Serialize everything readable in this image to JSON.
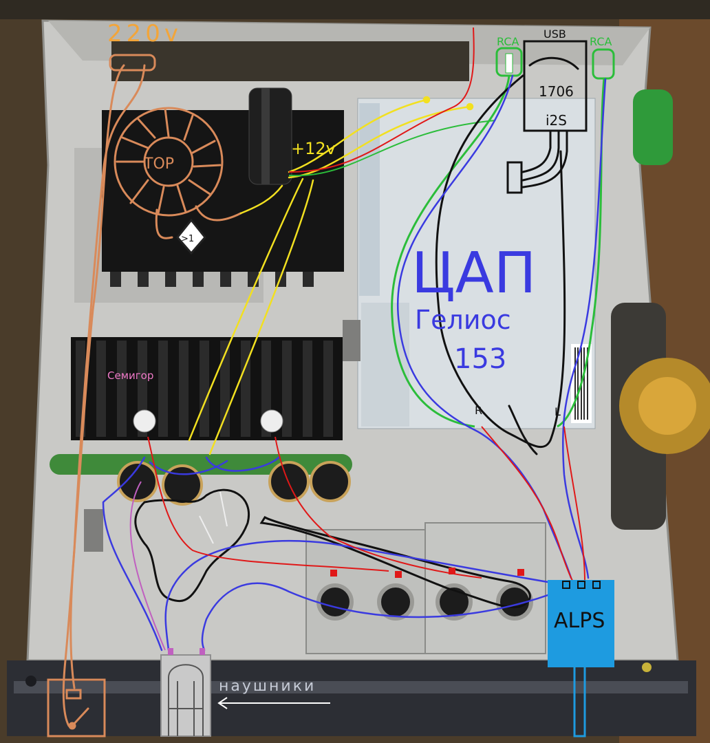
{
  "labels": {
    "mains": "220v",
    "transformer": "TOP",
    "rectifier": ">1",
    "supply": "+12v",
    "rca_left": "RCA",
    "rca_right": "RCA",
    "usb": "USB",
    "chip": "1706",
    "bus": "i2S",
    "dac_title": "ЦАП",
    "dac_name": "Гелиос",
    "dac_number": "153",
    "channel_r": "R",
    "channel_l": "L",
    "amp_name": "Семигор",
    "volume": "ALPS",
    "headphones": "наушники"
  },
  "colors": {
    "chassis": "#c9c9c6",
    "copper": "#d98a5a",
    "yellow_wire": "#f2e020",
    "blue_wire": "#3a3ae0",
    "red_wire": "#e01818",
    "green_wire": "#2bbd3a",
    "black_outline": "#111111",
    "alps_box": "#1e9be0",
    "heatsink": "#141414",
    "resistor": "#3f8a3a",
    "postcard": "#d9dfe3"
  }
}
